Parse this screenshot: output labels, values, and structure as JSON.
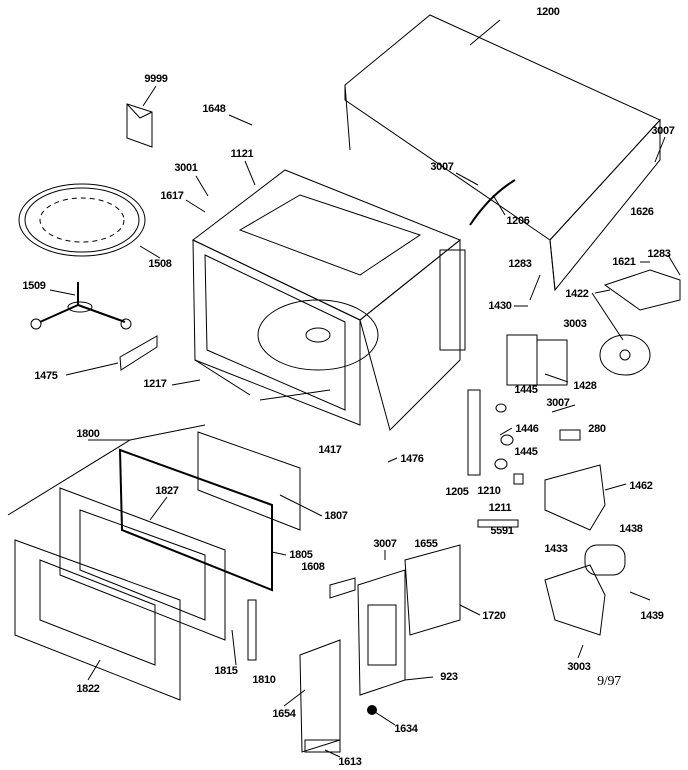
{
  "diagram": {
    "date_code": "9/97",
    "labels": [
      {
        "id": "1200",
        "text": "1200"
      },
      {
        "id": "9999",
        "text": "9999"
      },
      {
        "id": "1648",
        "text": "1648"
      },
      {
        "id": "3007a",
        "text": "3007"
      },
      {
        "id": "3001",
        "text": "3001"
      },
      {
        "id": "1121",
        "text": "1121"
      },
      {
        "id": "1617",
        "text": "1617"
      },
      {
        "id": "3007b",
        "text": "3007"
      },
      {
        "id": "1206",
        "text": "1206"
      },
      {
        "id": "1508",
        "text": "1508"
      },
      {
        "id": "1626",
        "text": "1626"
      },
      {
        "id": "1621",
        "text": "1621"
      },
      {
        "id": "1283a",
        "text": "1283"
      },
      {
        "id": "1509",
        "text": "1509"
      },
      {
        "id": "1422",
        "text": "1422"
      },
      {
        "id": "1283b",
        "text": "1283"
      },
      {
        "id": "1430",
        "text": "1430"
      },
      {
        "id": "3003a",
        "text": "3003"
      },
      {
        "id": "1475",
        "text": "1475"
      },
      {
        "id": "1217",
        "text": "1217"
      },
      {
        "id": "1428",
        "text": "1428"
      },
      {
        "id": "1445a",
        "text": "1445"
      },
      {
        "id": "3007c",
        "text": "3007"
      },
      {
        "id": "1446",
        "text": "1446"
      },
      {
        "id": "280",
        "text": "280"
      },
      {
        "id": "1800",
        "text": "1800"
      },
      {
        "id": "1417",
        "text": "1417"
      },
      {
        "id": "1476",
        "text": "1476"
      },
      {
        "id": "1445b",
        "text": "1445"
      },
      {
        "id": "1205",
        "text": "1205"
      },
      {
        "id": "1210",
        "text": "1210"
      },
      {
        "id": "1211",
        "text": "1211"
      },
      {
        "id": "1462",
        "text": "1462"
      },
      {
        "id": "1827",
        "text": "1827"
      },
      {
        "id": "1807",
        "text": "1807"
      },
      {
        "id": "1438",
        "text": "1438"
      },
      {
        "id": "5591",
        "text": "5591"
      },
      {
        "id": "3007d",
        "text": "3007"
      },
      {
        "id": "1655",
        "text": "1655"
      },
      {
        "id": "1805",
        "text": "1805"
      },
      {
        "id": "1433",
        "text": "1433"
      },
      {
        "id": "1608",
        "text": "1608"
      },
      {
        "id": "1720",
        "text": "1720"
      },
      {
        "id": "1439",
        "text": "1439"
      },
      {
        "id": "1822",
        "text": "1822"
      },
      {
        "id": "1815",
        "text": "1815"
      },
      {
        "id": "1810",
        "text": "1810"
      },
      {
        "id": "923",
        "text": "923"
      },
      {
        "id": "1654",
        "text": "1654"
      },
      {
        "id": "1634",
        "text": "1634"
      },
      {
        "id": "3003b",
        "text": "3003"
      },
      {
        "id": "1613",
        "text": "1613"
      }
    ]
  }
}
